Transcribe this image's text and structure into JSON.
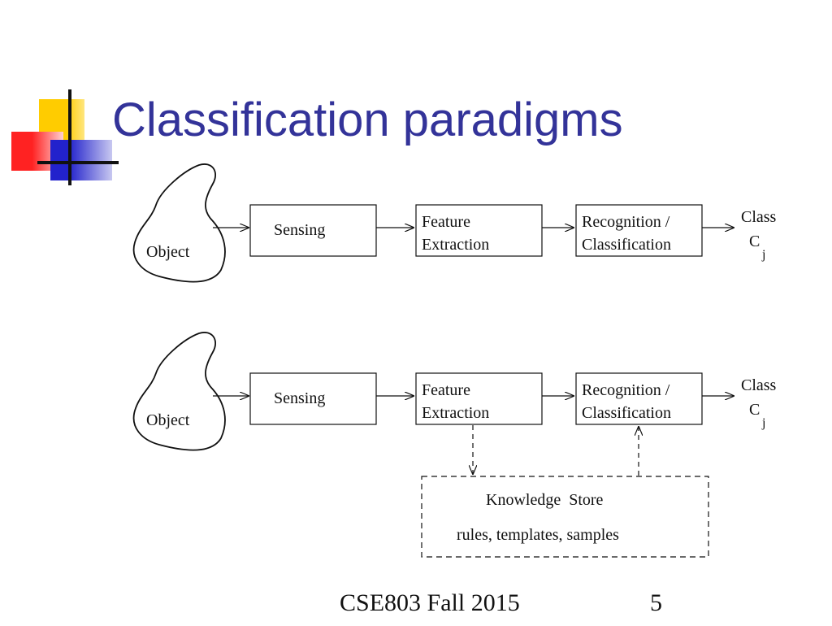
{
  "slide": {
    "title": "Classification paradigms",
    "accent_colors": {
      "title": "#333399",
      "yellow": "#FFCC00",
      "red": "#FF3333",
      "blue": "#3333CC"
    }
  },
  "diagram_top": {
    "object_label": "Object",
    "sensing_label": "Sensing",
    "feature_line1": "Feature",
    "feature_line2": "Extraction",
    "recognition_line1": "Recognition /",
    "recognition_line2": "Classification",
    "class_label": "Class",
    "class_symbol": "C",
    "class_subscript": "j"
  },
  "diagram_bottom": {
    "object_label": "Object",
    "sensing_label": "Sensing",
    "feature_line1": "Feature",
    "feature_line2": "Extraction",
    "recognition_line1": "Recognition /",
    "recognition_line2": "Classification",
    "class_label": "Class",
    "class_symbol": "C",
    "class_subscript": "j",
    "knowledge_title": "Knowledge  Store",
    "knowledge_items": "rules, templates, samples"
  },
  "footer": {
    "course": "CSE803 Fall 2015",
    "page_number": "5"
  }
}
